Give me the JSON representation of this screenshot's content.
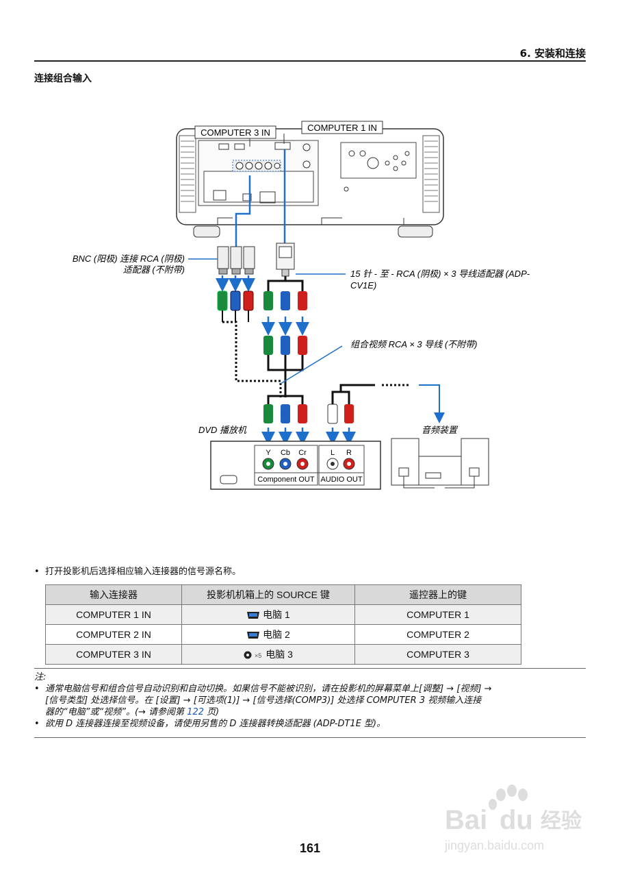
{
  "header": {
    "chapter": "6. 安装和连接",
    "section_title": "连接组合输入"
  },
  "diagram": {
    "port_computer3": "COMPUTER 3 IN",
    "port_computer1": "COMPUTER 1 IN",
    "bnc_label_1": "BNC (阳极) 连接 RCA (阴极)",
    "bnc_label_2": "适配器 (不附带)",
    "adapter_label_1": "15 针 - 至 - RCA (阴极) × 3 导线适配器 (ADP-",
    "adapter_label_2": "CV1E)",
    "cable_label": "组合视频 RCA × 3 导线 (不附带)",
    "dvd_label": "DVD 播放机",
    "audio_label": "音频装置",
    "jack_y": "Y",
    "jack_cb": "Cb",
    "jack_cr": "Cr",
    "jack_l": "L",
    "jack_r": "R",
    "component_out": "Component OUT",
    "audio_out": "AUDIO OUT"
  },
  "bullet": "打开投影机后选择相应输入连接器的信号源名称。",
  "table": {
    "headers": [
      "输入连接器",
      "投影机机箱上的 SOURCE 键",
      "遥控器上的键"
    ],
    "rows": [
      {
        "connector": "COMPUTER 1 IN",
        "source_key": "电脑 1",
        "remote_key": "COMPUTER 1",
        "icon": "vga-icon"
      },
      {
        "connector": "COMPUTER 2 IN",
        "source_key": "电脑 2",
        "remote_key": "COMPUTER 2",
        "icon": "vga-icon"
      },
      {
        "connector": "COMPUTER 3 IN",
        "source_key": "电脑 3",
        "remote_key": "COMPUTER 3",
        "icon": "bnc-icon",
        "icon_suffix": "×5"
      }
    ]
  },
  "notes": {
    "heading": "注:",
    "item1_a": "通常电脑信号和组合信号自动识别和自动切换。如果信号不能被识别，请在投影机的屏幕菜单上[调整] → [视频] →",
    "item1_b": "[信号类型] 处选择信号。在 [设置] → [可选项(1)] → [信号选择(COMP3)] 处选择 COMPUTER 3 视频输入连接",
    "item1_c_pre": "器的“电脑”或“视频”。(→ 请参阅第 ",
    "item1_c_link": "122",
    "item1_c_post": " 页)",
    "item2": "欲用 D 连接器连接至视频设备，请使用另售的 D 连接器转换适配器 (ADP-DT1E 型)。"
  },
  "page_number": "161",
  "watermark": {
    "brand": "Baidu经验",
    "url": "jingyan.baidu.com"
  },
  "colors": {
    "green": "#1a8a3c",
    "blue": "#2060c0",
    "red": "#d0201c",
    "arrow_blue": "#1e6fcc",
    "link": "#1a56b8"
  }
}
